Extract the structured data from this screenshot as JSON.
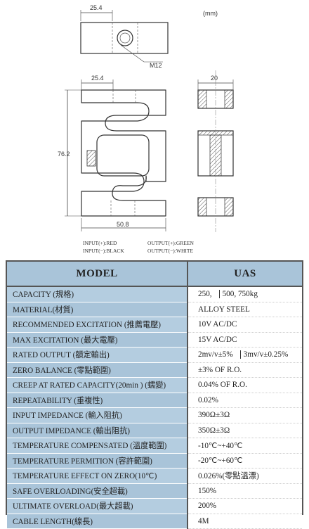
{
  "drawing": {
    "unit": "(mm)",
    "top_view_width": "25.4",
    "thread_label": "M12",
    "front_width_top": "25.4",
    "front_height": "76.2",
    "front_width_bottom": "50.8",
    "side_width": "20",
    "wiring": {
      "input_pos": "INPUT(+):RED",
      "input_neg": "INPUT(−):BLACK",
      "output_pos": "OUTPUT(+):GREEN",
      "output_neg": "OUTPUT(−):WHITE"
    }
  },
  "spec": {
    "header_label": "MODEL",
    "header_value": "UAS",
    "rows": [
      {
        "label": "CAPACITY (規格)",
        "value": "250,",
        "value2": "500, 750kg"
      },
      {
        "label": "MATERIAL(材質)",
        "value": "ALLOY STEEL"
      },
      {
        "label": "RECOMMENDED EXCITATION (推薦電壓)",
        "value": "10V AC/DC"
      },
      {
        "label": "MAX EXCITATION (最大電壓)",
        "value": "15V AC/DC"
      },
      {
        "label": "RATED OUTPUT (額定輸出)",
        "value": "2mv/v±5%",
        "value2": "3mv/v±0.25%"
      },
      {
        "label": "ZERO BALANCE (零點範圍)",
        "value": "±3% OF R.O."
      },
      {
        "label": "CREEP AT RATED CAPACITY(20min ) (蠕變)",
        "value": "0.04% OF R.O."
      },
      {
        "label": "REPEATABILITY (重複性)",
        "value": "0.02%"
      },
      {
        "label": "INPUT IMPEDANCE (輸入阻抗)",
        "value": "390Ω±3Ω"
      },
      {
        "label": "OUTPUT IMPEDANCE (輸出阻抗)",
        "value": "350Ω±3Ω"
      },
      {
        "label": "TEMPERATURE COMPENSATED (溫度範圍)",
        "value": "-10℃~+40℃"
      },
      {
        "label": "TEMPERATURE PERMITION (容許範圍)",
        "value": "-20℃~+60℃"
      },
      {
        "label": "TEMPERATURE EFFECT ON ZERO(10℃)",
        "value": "0.026%(零點溫漂)"
      },
      {
        "label": "SAFE OVERLOADING(安全超載)",
        "value": "150%"
      },
      {
        "label": "ULTIMATE OVERLOAD(最大超載)",
        "value": "200%"
      },
      {
        "label": "CABLE LENGTH(線長)",
        "value": "4M"
      }
    ]
  }
}
